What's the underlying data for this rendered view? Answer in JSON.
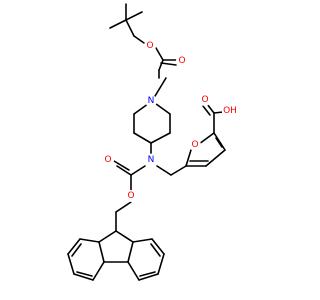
{
  "molecule": {
    "atoms": [
      {
        "id": "o_boc_carbonyl",
        "label": "O",
        "color": "#ff0000"
      },
      {
        "id": "o_boc_ester",
        "label": "O",
        "color": "#ff0000"
      },
      {
        "id": "n_piperidine",
        "label": "N",
        "color": "#0000ff"
      },
      {
        "id": "o_acid_carbonyl",
        "label": "O",
        "color": "#ff0000"
      },
      {
        "id": "oh_acid",
        "label": "OH",
        "color": "#ff0000"
      },
      {
        "id": "n_carbamate",
        "label": "N",
        "color": "#0000ff"
      },
      {
        "id": "o_fuan_carbonyl",
        "label": "O",
        "color": "#ff0000"
      },
      {
        "id": "o_furan",
        "label": "O",
        "color": "#ff0000"
      },
      {
        "id": "o_fmoc_ester",
        "label": "O",
        "color": "#ff0000"
      }
    ]
  }
}
